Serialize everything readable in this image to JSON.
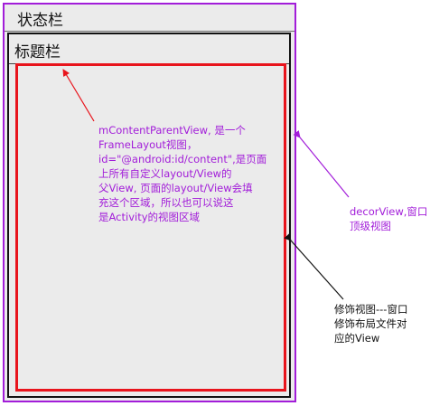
{
  "status_bar": {
    "label": "状态栏"
  },
  "title_bar": {
    "label": "标题栏"
  },
  "annotations": {
    "content": {
      "lines": [
        "mContentParentView, 是一个",
        "FrameLayout视图，",
        "id=\"@android:id/content\",是页面",
        "上所有自定义layout/View的",
        "父View, 页面的layout/View会填",
        "充这个区域，所以也可以说这",
        "是Activity的视图区域"
      ],
      "color": "#a21dd9",
      "arrow_color": "#e8141c"
    },
    "decor": {
      "lines": [
        "decorView,窗口",
        "顶级视图"
      ],
      "color": "#a21dd9",
      "arrow_color": "#a21dd9"
    },
    "decorated": {
      "lines": [
        "修饰视图---窗口",
        "修饰布局文件对",
        "应的View"
      ],
      "color": "#111111",
      "arrow_color": "#111111"
    }
  },
  "colors": {
    "decor_border": "#a21dd9",
    "decorated_border": "#111111",
    "content_border": "#e8141c",
    "background": "#ebebeb"
  }
}
